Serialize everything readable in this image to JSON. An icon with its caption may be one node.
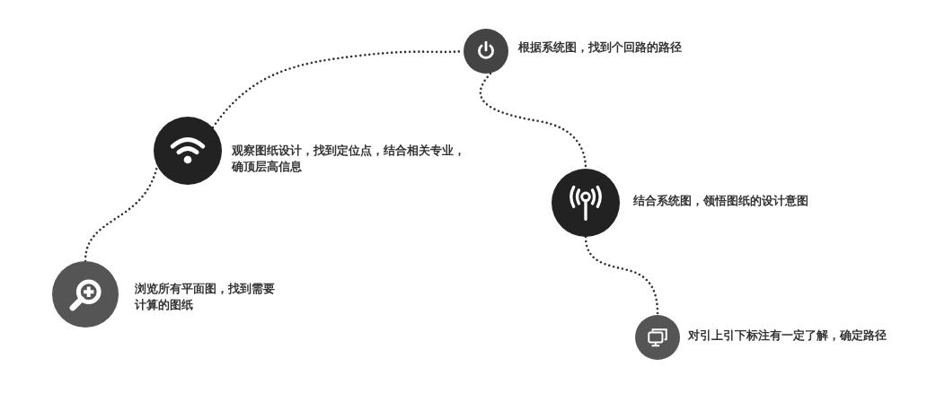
{
  "diagram": {
    "nodes": [
      {
        "text": [],
        "shape": "circle",
        "beside": [
          "浏览所有平面图，找到需要计算的图纸"
        ]
      },
      {
        "text": [],
        "shape": "circle",
        "beside": [
          "观察图纸设计，找到定位点，结合相关专业，确顶层高信息"
        ]
      },
      {
        "text": [],
        "shape": "circle",
        "beside": [
          "根据系统图，找到个回路的路径"
        ]
      },
      {
        "text": [],
        "shape": "circle",
        "beside": [
          "结合系统图，领悟图纸的设计意图"
        ]
      },
      {
        "text": [],
        "shape": "circle",
        "beside": [
          "对引上引下标注有一定了解，确定路径"
        ]
      }
    ],
    "edges": [
      {
        "from": 0,
        "to": 1,
        "arrow": "none"
      },
      {
        "from": 1,
        "to": 2,
        "arrow": "none"
      },
      {
        "from": 2,
        "to": 3,
        "arrow": "none"
      },
      {
        "from": 3,
        "to": 4,
        "arrow": "none"
      }
    ]
  }
}
